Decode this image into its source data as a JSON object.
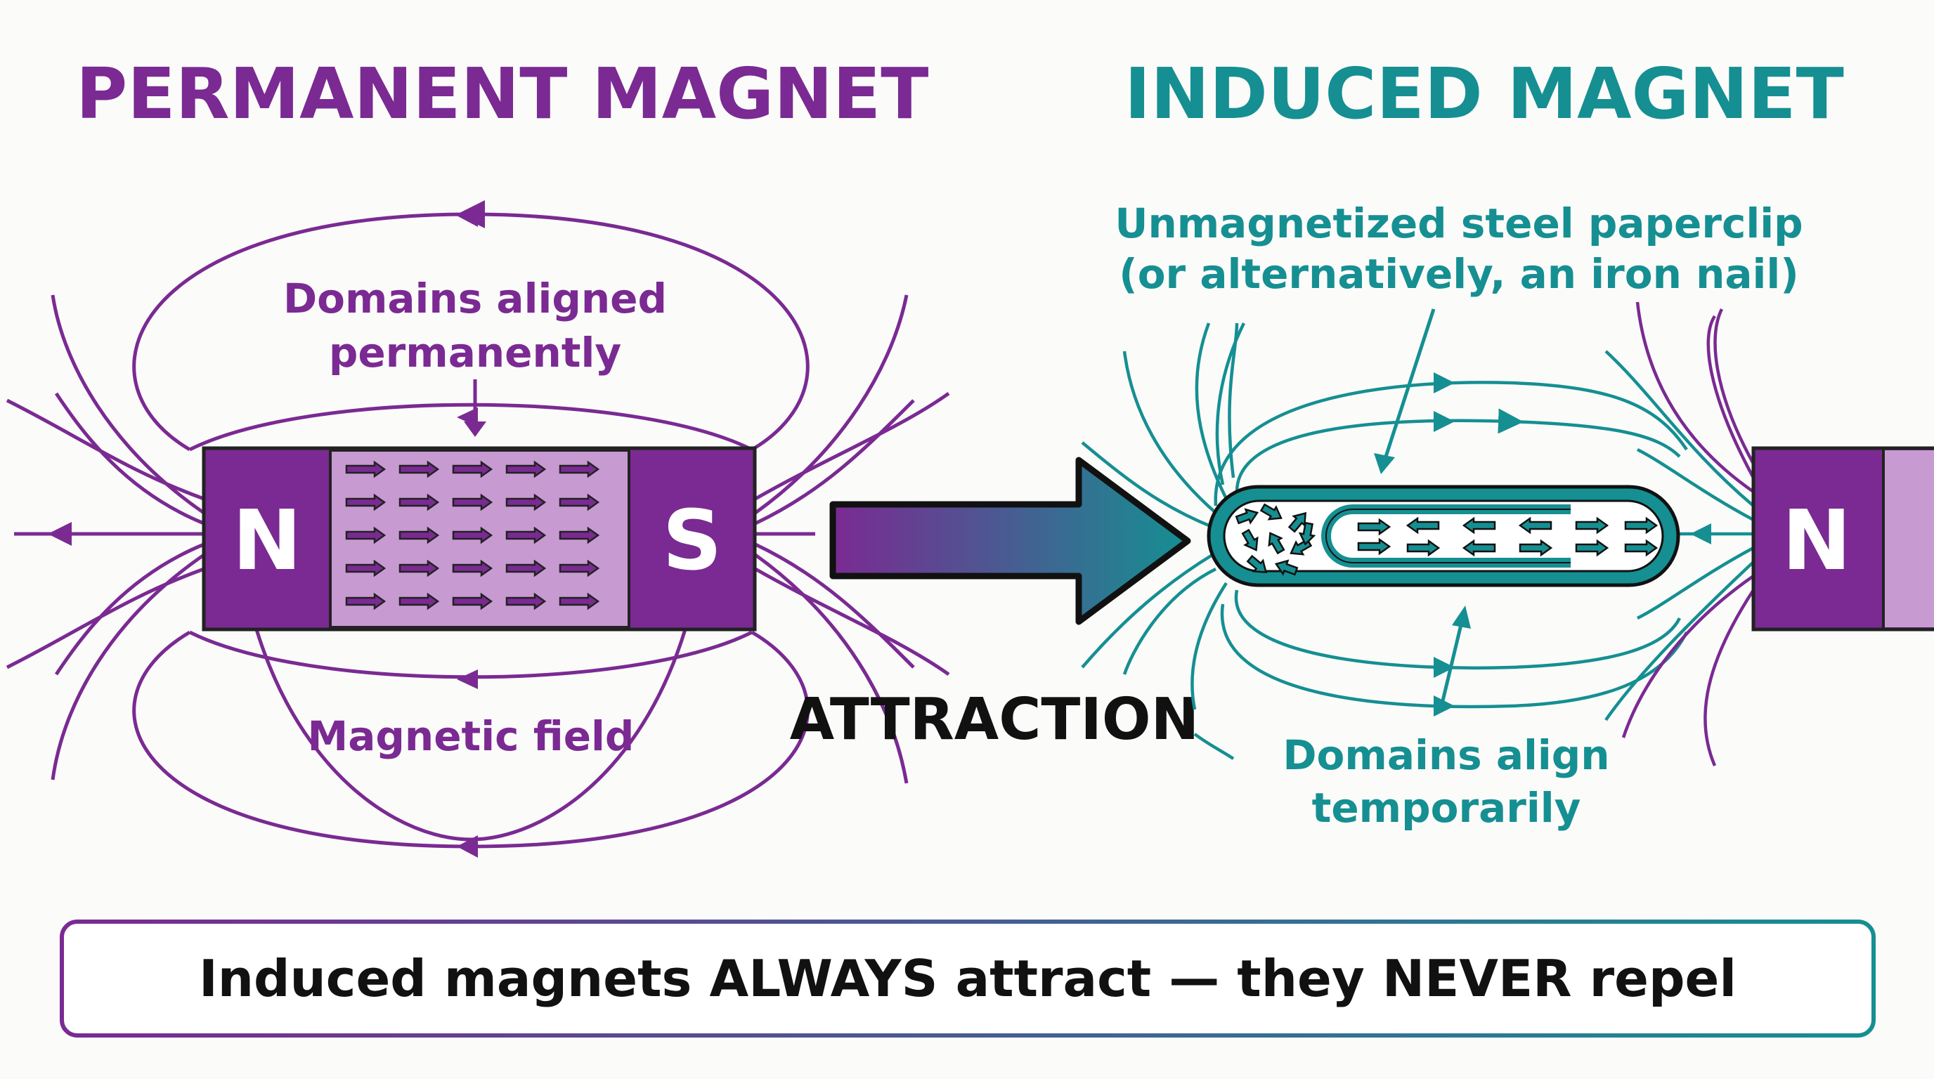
{
  "colors": {
    "purple": "#7a2a92",
    "purple_dark": "#6b2584",
    "purple_light": "#c89ad2",
    "teal": "#158f92",
    "teal_dark": "#0f6f72",
    "black": "#111111"
  },
  "permanent": {
    "title": "PERMANENT MAGNET",
    "domains_label_line1": "Domains aligned",
    "domains_label_line2": "permanently",
    "field_label": "Magnetic field",
    "pole_north": "N",
    "pole_south": "S"
  },
  "center": {
    "attraction_label": "ATTRACTION",
    "arrow_icon": "big-gradient-arrow-right"
  },
  "induced": {
    "title": "INDUCED MAGNET",
    "clip_label_line1": "Unmagnetized steel paperclip",
    "clip_label_line2": "(or alternatively, an iron nail)",
    "domains_label_line1": "Domains align",
    "domains_label_line2": "temporarily",
    "right_magnet_pole": "N"
  },
  "footer": {
    "text": "Induced magnets ALWAYS attract — they NEVER repel"
  }
}
